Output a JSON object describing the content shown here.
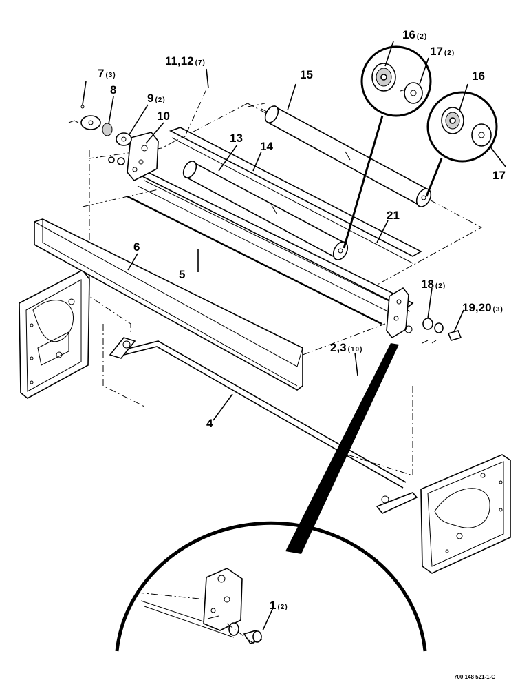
{
  "callouts": [
    {
      "id": "c1",
      "number": "1",
      "qty": "(2)"
    },
    {
      "id": "c2",
      "number": "2,3",
      "qty": "(10)"
    },
    {
      "id": "c4",
      "number": "4",
      "qty": ""
    },
    {
      "id": "c5",
      "number": "5",
      "qty": ""
    },
    {
      "id": "c6",
      "number": "6",
      "qty": ""
    },
    {
      "id": "c7",
      "number": "7",
      "qty": "(3)"
    },
    {
      "id": "c8",
      "number": "8",
      "qty": ""
    },
    {
      "id": "c9",
      "number": "9",
      "qty": "(2)"
    },
    {
      "id": "c10",
      "number": "10",
      "qty": ""
    },
    {
      "id": "c11",
      "number": "11,12",
      "qty": "(7)"
    },
    {
      "id": "c13",
      "number": "13",
      "qty": ""
    },
    {
      "id": "c14",
      "number": "14",
      "qty": ""
    },
    {
      "id": "c15",
      "number": "15",
      "qty": ""
    },
    {
      "id": "c16a",
      "number": "16",
      "qty": "(2)"
    },
    {
      "id": "c16b",
      "number": "16",
      "qty": ""
    },
    {
      "id": "c17a",
      "number": "17",
      "qty": "(2)"
    },
    {
      "id": "c17b",
      "number": "17",
      "qty": ""
    },
    {
      "id": "c18",
      "number": "18",
      "qty": "(2)"
    },
    {
      "id": "c19",
      "number": "19,20",
      "qty": "(3)"
    },
    {
      "id": "c21",
      "number": "21",
      "qty": ""
    }
  ],
  "figure_id": "700 148 521-1-G"
}
